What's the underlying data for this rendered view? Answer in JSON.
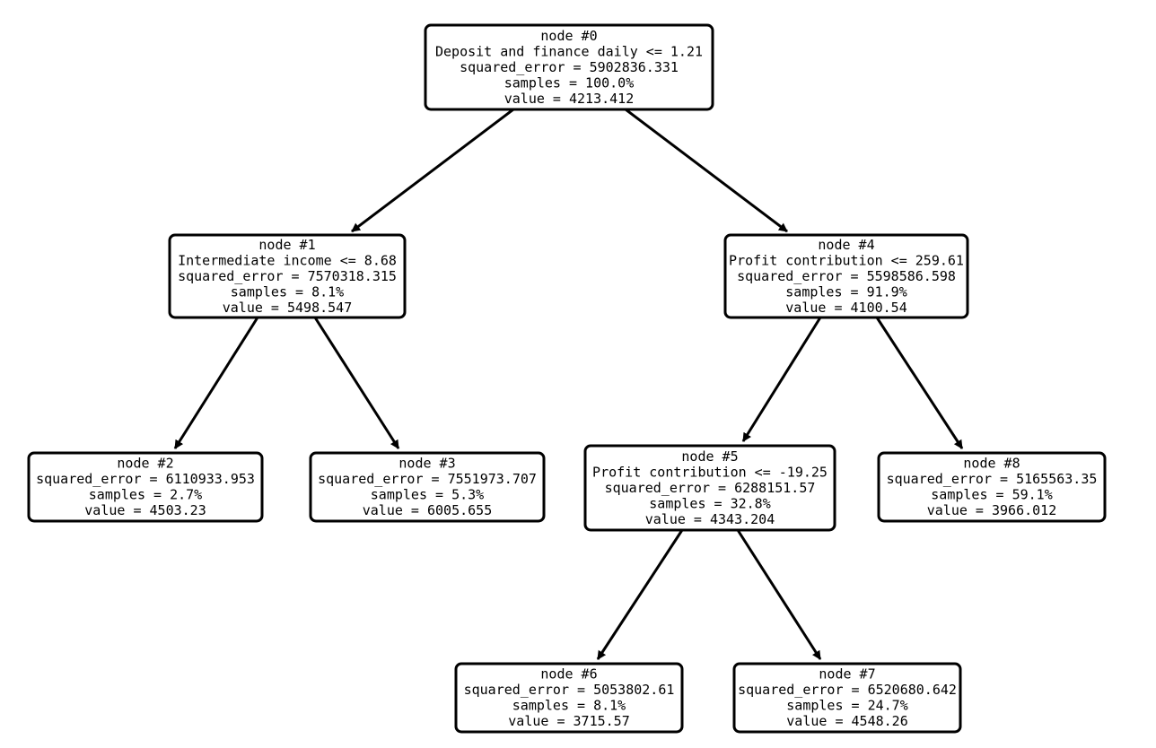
{
  "nodes": [
    {
      "id": "node-0",
      "lines": [
        "node #0",
        "Deposit and finance daily <= 1.21",
        "squared_error = 5902836.331",
        "samples = 100.0%",
        "value = 4213.412"
      ]
    },
    {
      "id": "node-1",
      "lines": [
        "node #1",
        "Intermediate income <= 8.68",
        "squared_error = 7570318.315",
        "samples = 8.1%",
        "value = 5498.547"
      ]
    },
    {
      "id": "node-2",
      "lines": [
        "node #2",
        "squared_error = 6110933.953",
        "samples = 2.7%",
        "value = 4503.23"
      ]
    },
    {
      "id": "node-3",
      "lines": [
        "node #3",
        "squared_error = 7551973.707",
        "samples = 5.3%",
        "value = 6005.655"
      ]
    },
    {
      "id": "node-4",
      "lines": [
        "node #4",
        "Profit contribution <= 259.61",
        "squared_error = 5598586.598",
        "samples = 91.9%",
        "value = 4100.54"
      ]
    },
    {
      "id": "node-5",
      "lines": [
        "node #5",
        "Profit contribution <= -19.25",
        "squared_error = 6288151.57",
        "samples = 32.8%",
        "value = 4343.204"
      ]
    },
    {
      "id": "node-6",
      "lines": [
        "node #6",
        "squared_error = 5053802.61",
        "samples = 8.1%",
        "value = 3715.57"
      ]
    },
    {
      "id": "node-7",
      "lines": [
        "node #7",
        "squared_error = 6520680.642",
        "samples = 24.7%",
        "value = 4548.26"
      ]
    },
    {
      "id": "node-8",
      "lines": [
        "node #8",
        "squared_error = 5165563.35",
        "samples = 59.1%",
        "value = 3966.012"
      ]
    }
  ],
  "edges": [
    {
      "from": "node-0",
      "to": "node-1"
    },
    {
      "from": "node-0",
      "to": "node-4"
    },
    {
      "from": "node-1",
      "to": "node-2"
    },
    {
      "from": "node-1",
      "to": "node-3"
    },
    {
      "from": "node-4",
      "to": "node-5"
    },
    {
      "from": "node-4",
      "to": "node-8"
    },
    {
      "from": "node-5",
      "to": "node-6"
    },
    {
      "from": "node-5",
      "to": "node-7"
    }
  ],
  "colors": {
    "box_fill": "#ffffff",
    "box_stroke": "#000000",
    "edge": "#000000",
    "text": "#000000",
    "background": "#ffffff"
  }
}
